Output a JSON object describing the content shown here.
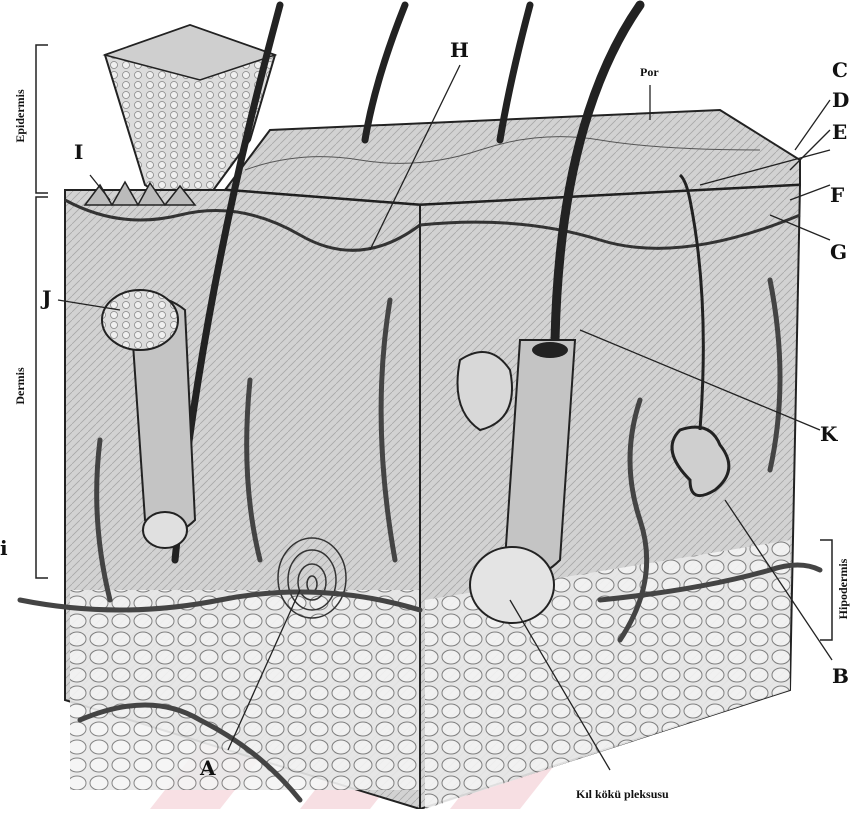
{
  "labels": {
    "A": "A",
    "B": "B",
    "C": "C",
    "D": "D",
    "E": "E",
    "F": "F",
    "G": "G",
    "H": "H",
    "I": "I",
    "J": "J",
    "K": "K",
    "pore": "Por",
    "plexus": "Kıl kökü pleksusu",
    "edge_glyph": "i"
  },
  "regions": {
    "epidermis": "Epidermis",
    "dermis": "Dermis",
    "hypodermis": "Hipodermis"
  },
  "colors": {
    "ink": "#222222",
    "skin_fill": "#d9d9d9",
    "tissue_fill": "#cfcfcf",
    "watermark": "#c8102e"
  }
}
